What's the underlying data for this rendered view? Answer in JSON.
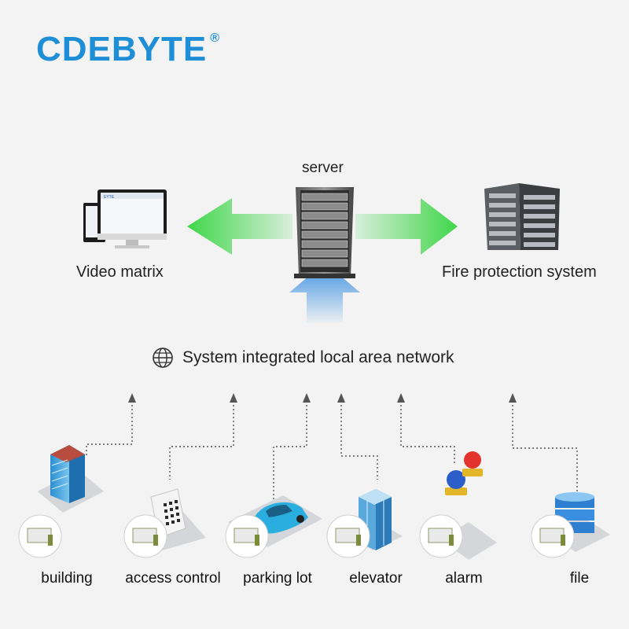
{
  "brand": {
    "name": "CDEBYTE",
    "mark": "®"
  },
  "top": {
    "server_label": "server",
    "left_label": "Video matrix",
    "right_label": "Fire protection system",
    "monitor_brand": "EYTE"
  },
  "network": {
    "label": "System integrated local area network",
    "icon": "globe-icon"
  },
  "devices": [
    {
      "label": "building",
      "icon": "building-icon"
    },
    {
      "label": "access control",
      "icon": "keypad-icon"
    },
    {
      "label": "parking lot",
      "icon": "car-icon"
    },
    {
      "label": "elevator",
      "icon": "elevator-icon"
    },
    {
      "label": "alarm",
      "icon": "alarm-light-icon"
    },
    {
      "label": "file",
      "icon": "database-icon"
    }
  ],
  "colors": {
    "brand": "#1e8fd6",
    "arrow_green": "#3fd64a",
    "arrow_blue": "#3b8fe0",
    "dash": "#555555"
  }
}
